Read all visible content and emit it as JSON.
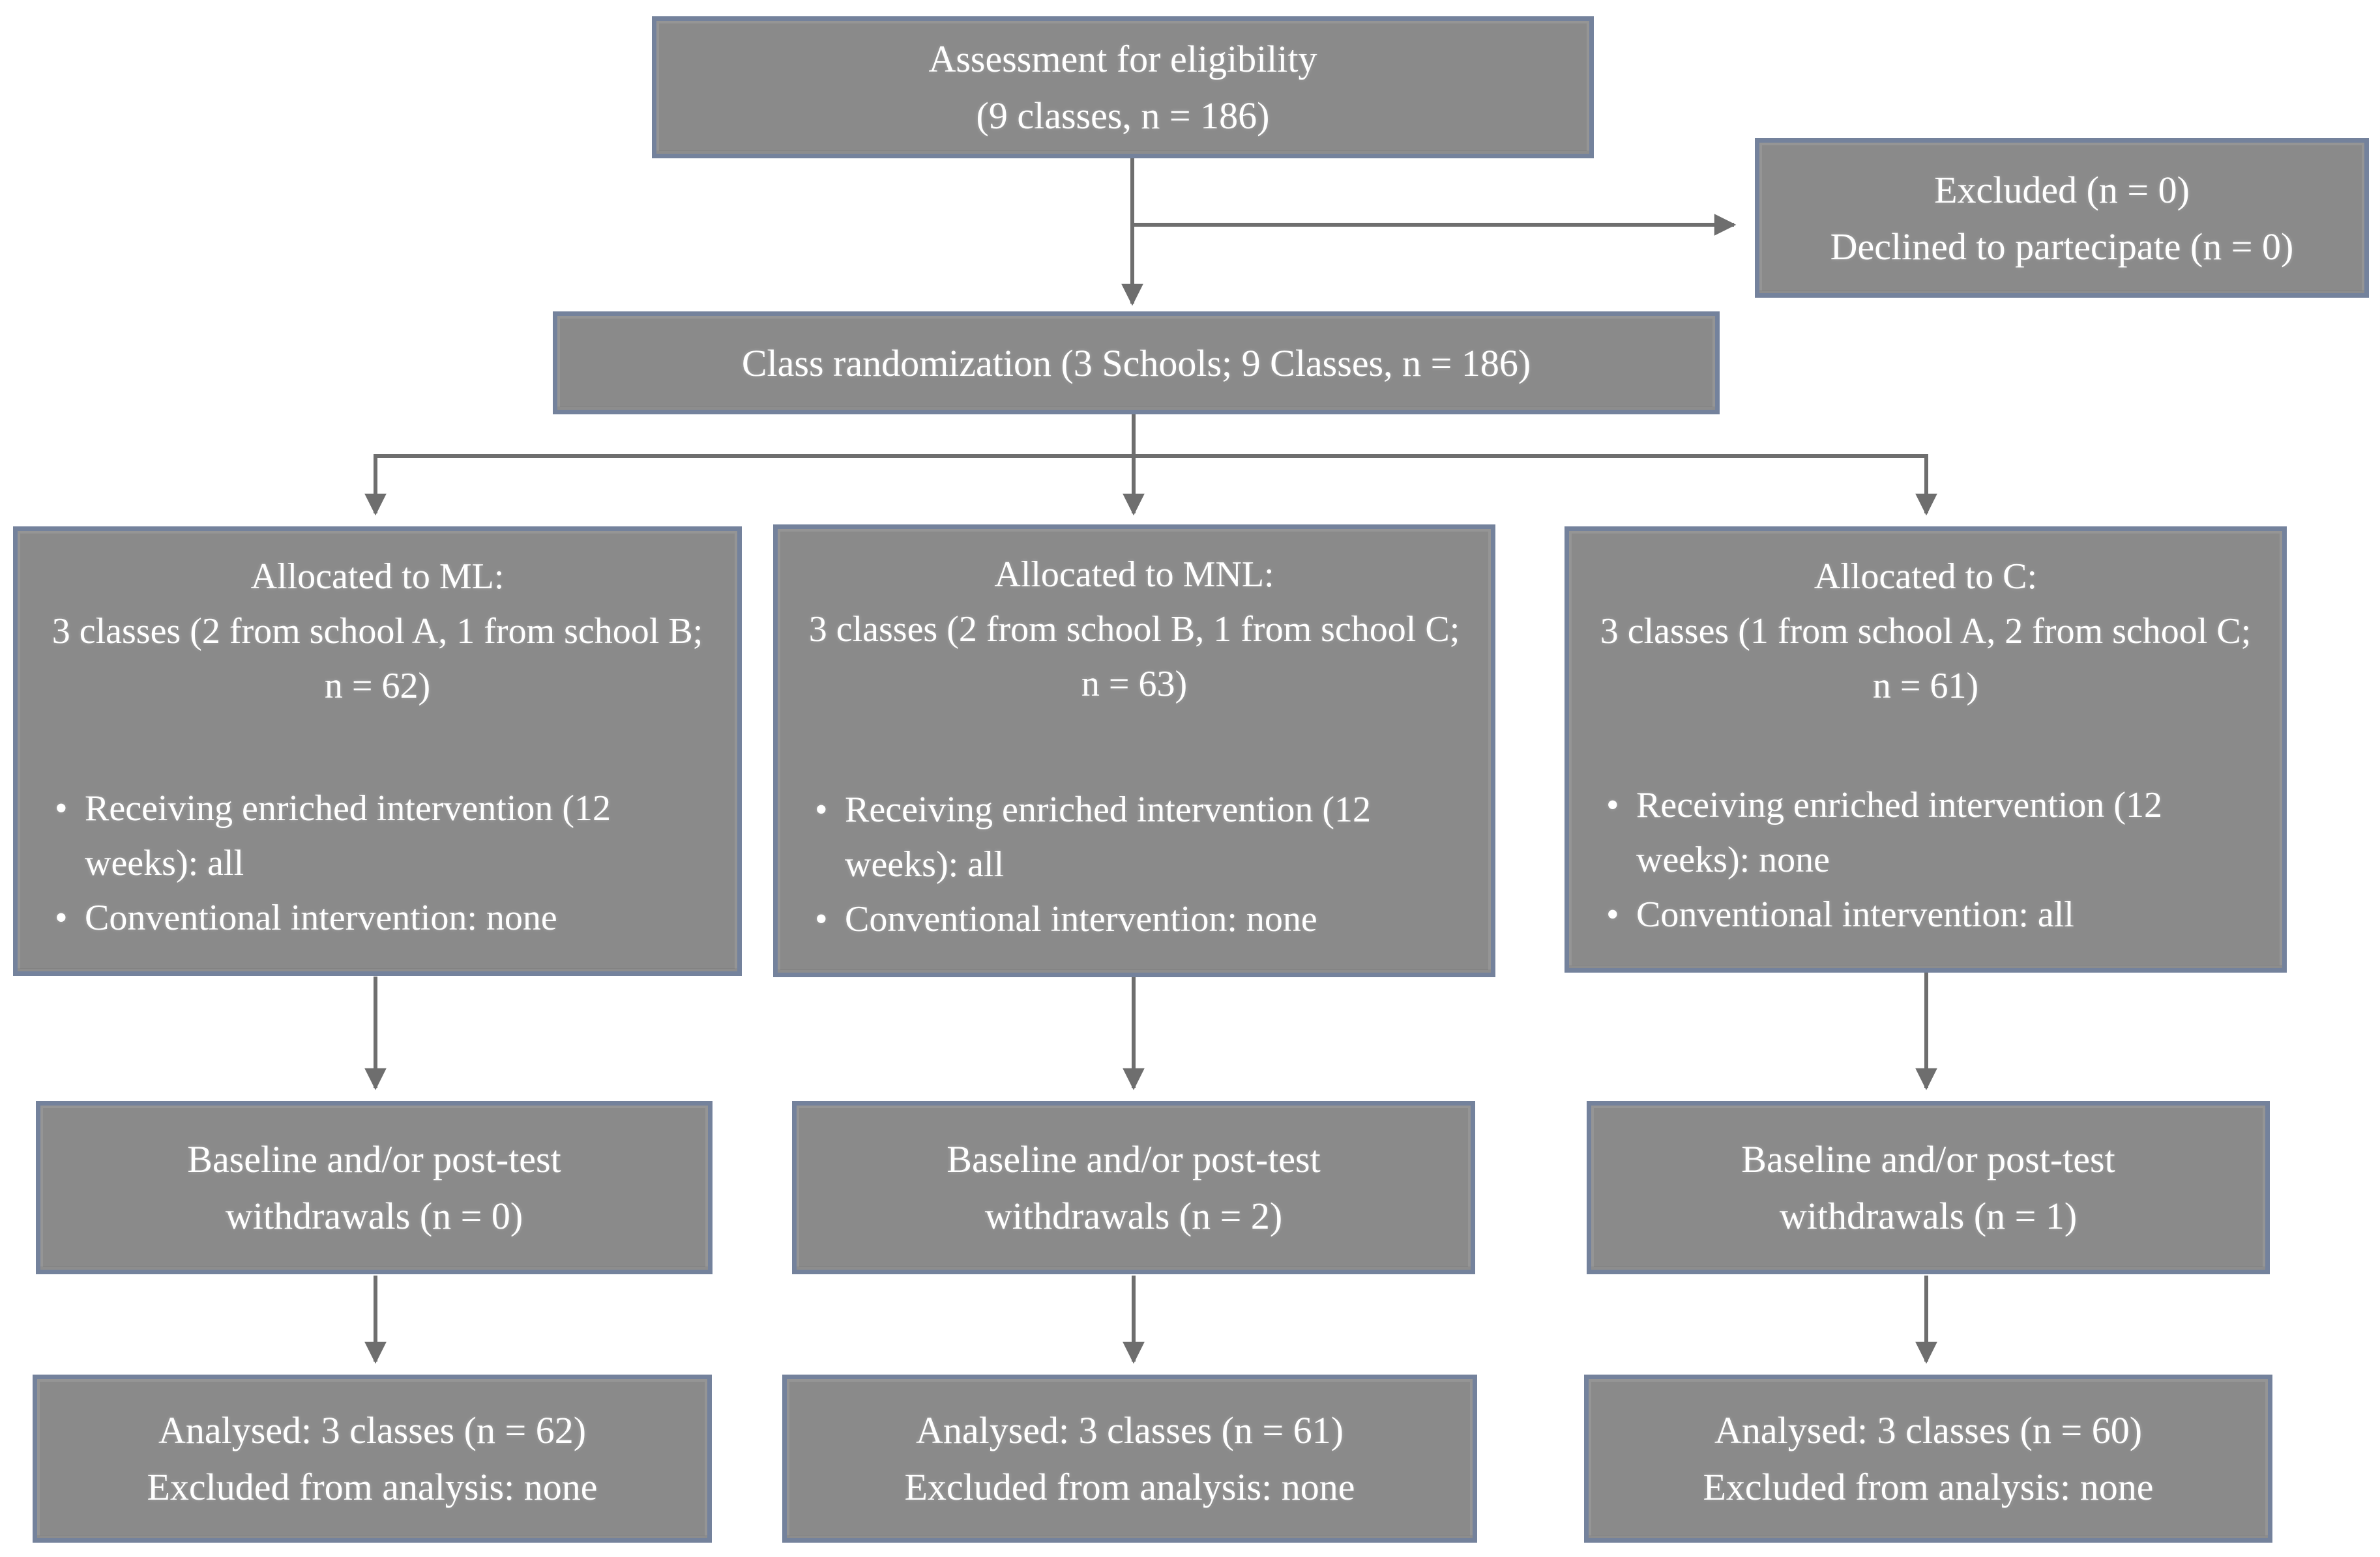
{
  "flow": {
    "colors": {
      "box_fill": "#8a8a8a",
      "box_border": "#74829c",
      "connector": "#6e6e6e",
      "text": "#ffffff",
      "background": "#ffffff"
    },
    "eligibility": {
      "line1": "Assessment for eligibility",
      "line2": "(9 classes, n = 186)"
    },
    "excluded": {
      "line1": "Excluded (n = 0)",
      "line2": "Declined to partecipate (n = 0)"
    },
    "randomization": {
      "line1": "Class randomization (3 Schools; 9 Classes, n = 186)"
    },
    "columns": [
      {
        "id": "ML",
        "allocated": {
          "heading": "Allocated to ML:",
          "detail": "3 classes (2 from school A, 1 from school B; n = 62)",
          "bullets": [
            "Receiving enriched intervention (12 weeks): all",
            "Conventional intervention: none"
          ]
        },
        "withdrawals": {
          "line1": "Baseline and/or post-test",
          "line2": "withdrawals (n = 0)"
        },
        "analysed": {
          "line1": "Analysed: 3 classes (n = 62)",
          "line2": "Excluded from analysis: none"
        }
      },
      {
        "id": "MNL",
        "allocated": {
          "heading": "Allocated to MNL:",
          "detail": "3 classes (2 from school B, 1 from school C; n = 63)",
          "bullets": [
            "Receiving enriched intervention (12 weeks): all",
            "Conventional intervention: none"
          ]
        },
        "withdrawals": {
          "line1": "Baseline and/or post-test",
          "line2": "withdrawals (n = 2)"
        },
        "analysed": {
          "line1": "Analysed: 3 classes (n = 61)",
          "line2": "Excluded from analysis: none"
        }
      },
      {
        "id": "C",
        "allocated": {
          "heading": "Allocated to C:",
          "detail": "3 classes (1 from school A, 2 from school C; n = 61)",
          "bullets": [
            "Receiving enriched intervention (12 weeks): none",
            "Conventional intervention: all"
          ]
        },
        "withdrawals": {
          "line1": "Baseline and/or post-test",
          "line2": "withdrawals (n = 1)"
        },
        "analysed": {
          "line1": "Analysed: 3 classes (n = 60)",
          "line2": "Excluded from analysis: none"
        }
      }
    ]
  }
}
